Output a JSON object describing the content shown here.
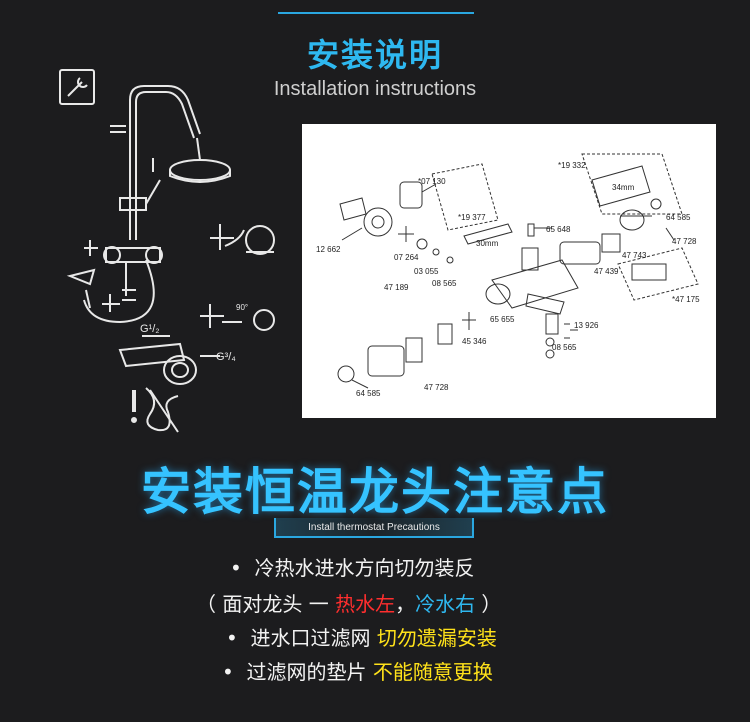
{
  "header": {
    "title_cn": "安装说明",
    "title_en": "Installation instructions"
  },
  "diagram": {
    "part_numbers": {
      "p07130": "*07 130",
      "p19377": "*19 377",
      "p65648": "65 648",
      "p19332": "*19 332",
      "p64585a": "64 585",
      "p47728a": "47 728",
      "p47743": "47 743",
      "p47439": "47 439",
      "p12662": "12 662",
      "p07264": "07 264",
      "p03055": "03 055",
      "p47189": "47 189",
      "p08565a": "08 565",
      "p65655": "65 655",
      "p13926": "13 926",
      "p08565b": "08 565",
      "p45346": "45 346",
      "p47175": "*47 175",
      "p64585b": "64 585",
      "p47728b": "47 728"
    },
    "dim_30mm": "30mm",
    "dim_34mm": "34mm"
  },
  "left_art": {
    "g_half": "G¹/₂",
    "g_three_quarter": "G³/₄",
    "angle": "90°"
  },
  "precautions": {
    "title_cn": "安装恒温龙头注意点",
    "title_en": "Install thermostat Precautions",
    "note1": "冷热水进水方向切勿装反",
    "note2_prefix": "（  面对龙头 一 ",
    "note2_hot": "热水左",
    "note2_sep": "，",
    "note2_cold": "冷水右",
    "note2_suffix": "  ）",
    "note3_text": "进水口过滤网 ",
    "note3_highlight": "切勿遗漏安装",
    "note4_text": "过滤网的垫片 ",
    "note4_highlight": "不能随意更换",
    "bullet": "•"
  }
}
